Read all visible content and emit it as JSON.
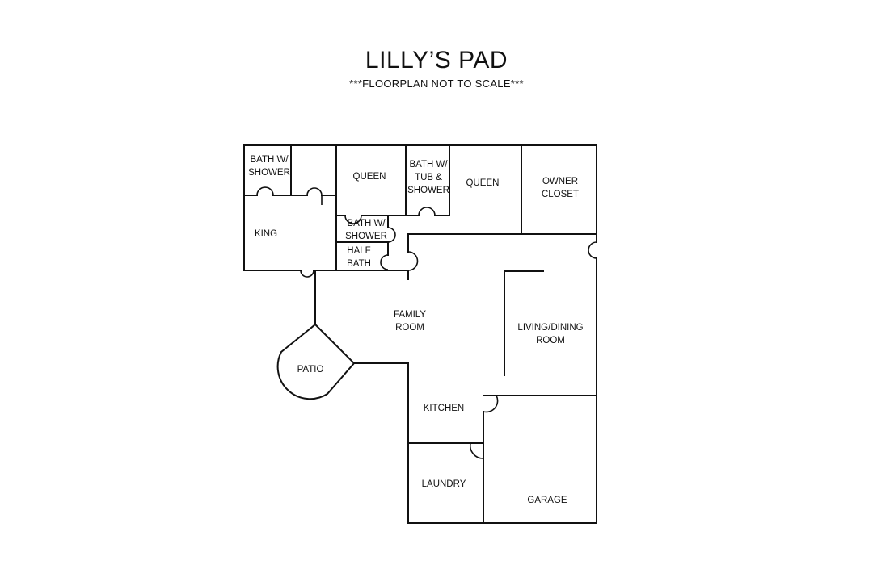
{
  "title": "LILLY’S PAD",
  "subtitle": "***FLOORPLAN NOT TO SCALE***",
  "rooms": [
    {
      "id": "bath-shower-1",
      "lines": [
        "BATH W/",
        "SHOWER"
      ]
    },
    {
      "id": "queen-1",
      "lines": [
        "QUEEN"
      ]
    },
    {
      "id": "bath-tub-shower",
      "lines": [
        "BATH W/",
        "TUB &",
        "SHOWER"
      ]
    },
    {
      "id": "queen-2",
      "lines": [
        "QUEEN"
      ]
    },
    {
      "id": "owner-closet",
      "lines": [
        "OWNER",
        "CLOSET"
      ]
    },
    {
      "id": "king",
      "lines": [
        "KING"
      ]
    },
    {
      "id": "bath-shower-2",
      "lines": [
        "BATH W/",
        "SHOWER"
      ]
    },
    {
      "id": "half-bath",
      "lines": [
        "HALF",
        "BATH"
      ]
    },
    {
      "id": "family-room",
      "lines": [
        "FAMILY",
        "ROOM"
      ]
    },
    {
      "id": "patio",
      "lines": [
        "PATIO"
      ]
    },
    {
      "id": "living-dining",
      "lines": [
        "LIVING/DINING",
        "ROOM"
      ]
    },
    {
      "id": "kitchen",
      "lines": [
        "KITCHEN"
      ]
    },
    {
      "id": "laundry",
      "lines": [
        "LAUNDRY"
      ]
    },
    {
      "id": "garage",
      "lines": [
        "GARAGE"
      ]
    }
  ]
}
